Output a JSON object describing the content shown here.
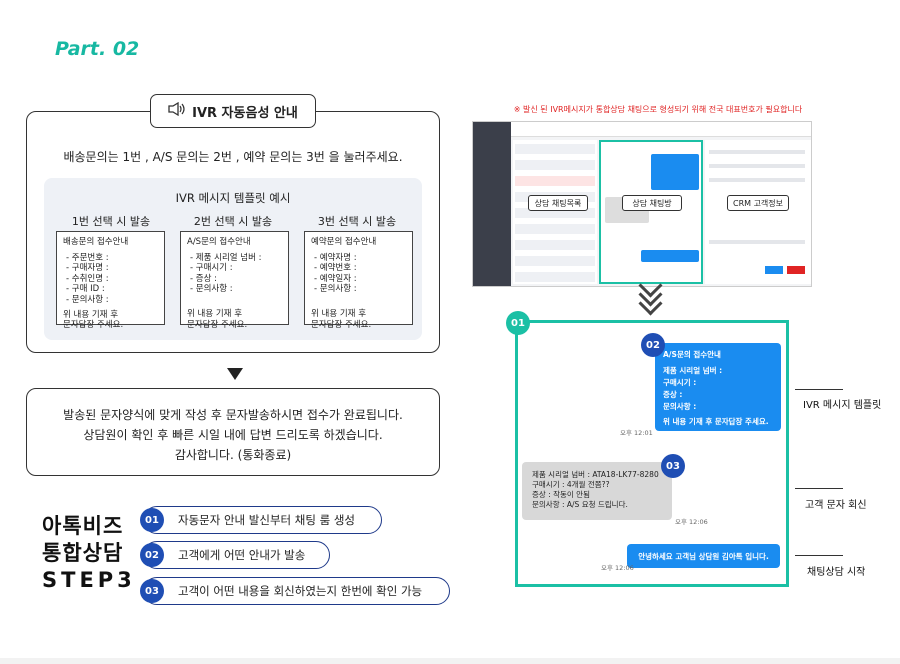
{
  "part_label": "Part. 02",
  "ivr": {
    "title": "IVR 자동음성 안내",
    "message": "배송문의는 1번 , A/S 문의는 2번 , 예약 문의는 3번 을 눌러주세요.",
    "template_title": "IVR 메시지 템플릿 예시",
    "columns": [
      {
        "header": "1번 선택 시 발송",
        "card_title": "배송문의 접수안내",
        "lines": [
          "주문번호 :",
          "구매자명 :",
          "수취인명 :",
          "구매 ID   :",
          "문의사항 :"
        ],
        "footer": [
          "위 내용 기재 후",
          "문자답장 주세요."
        ]
      },
      {
        "header": "2번 선택 시 발송",
        "card_title": "A/S문의 접수안내",
        "lines": [
          "제품 시리얼 넘버 :",
          "구매시기 :",
          "증상 :",
          "문의사항 :"
        ],
        "footer": [
          "위 내용 기재 후",
          "문자답장 주세요."
        ]
      },
      {
        "header": "3번 선택 시 발송",
        "card_title": "예약문의 접수안내",
        "lines": [
          "예약자명 :",
          "예약번호 :",
          "예약일자 :",
          "문의사항 :"
        ],
        "footer": [
          "위 내용 기재 후",
          "문자답장 주세요."
        ]
      }
    ]
  },
  "completion": {
    "line1": "발송된 문자양식에 맞게 작성 후 문자발송하시면 접수가 완료됩니다.",
    "line2": "상담원이 확인 후 빠른 시일 내에 답변 드리도록 하겠습니다.",
    "line3": "감사합니다. (통화종료)"
  },
  "steps": {
    "title_line1": "아톡비즈",
    "title_line2": "통합상담",
    "title_line3": "STEP3",
    "items": [
      {
        "num": "01",
        "label": "자동문자 안내 발신부터 채팅 룸 생성"
      },
      {
        "num": "02",
        "label": "고객에게 어떤 안내가 발송"
      },
      {
        "num": "03",
        "label": "고객이 어떤 내용을 회신하였는지 한번에 확인 가능"
      }
    ]
  },
  "screenshot": {
    "notice": "※ 발신 된 IVR메시지가 통합상담 채팅으로 형성되기 위해 전국 대표번호가 필요합니다",
    "labels": [
      "상담 채팅목록",
      "상담 채팅방",
      "CRM 고객정보"
    ]
  },
  "chat": {
    "badge_outer": "01",
    "badge_msg1": "02",
    "badge_msg2": "03",
    "msg1": {
      "title": "A/S문의 접수안내",
      "lines": [
        "제품 시리얼 넘버 :",
        "구매시기 :",
        "증상 :",
        "문의사항 :"
      ],
      "footer": "위 내용 기재 후 문자답장 주세요.",
      "time": "오후 12:01"
    },
    "msg2": {
      "lines": [
        "제품 시리얼 넘버 : ATA18-LK77-8280",
        "구매시기 : 4개월 전쯤??",
        "증상 : 작동이 안됨",
        "문의사항 : A/S 요청 드립니다."
      ],
      "time": "오후 12:06"
    },
    "msg3": {
      "text": "안녕하세요 고객님 상담원 김아톡 입니다.",
      "time": "오후 12:06"
    }
  },
  "annotations": [
    "IVR 메시지 템플릿",
    "고객 문자 회신",
    "채팅상담 시작"
  ],
  "colors": {
    "teal": "#1bc0a5",
    "navy": "#1f4eb4",
    "blue_bubble": "#1a8cf0",
    "red_notice": "#e02424"
  }
}
